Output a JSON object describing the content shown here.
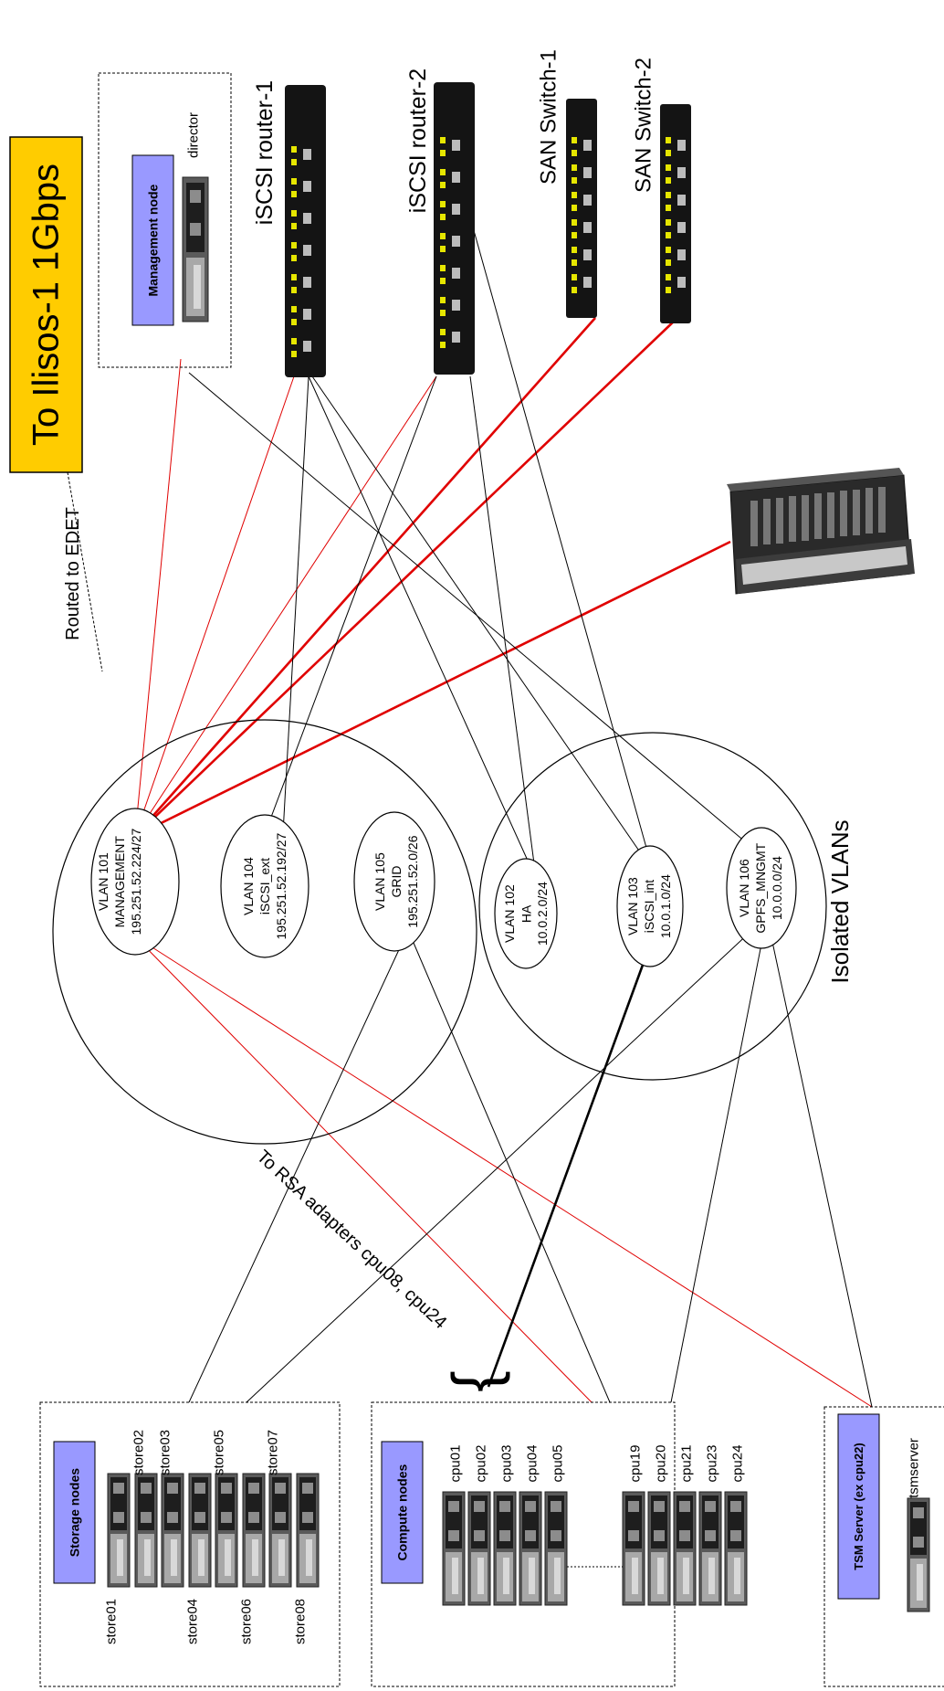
{
  "banner": {
    "label": "To Ilisos-1 1Gbps",
    "color": "#ffcc00"
  },
  "routed_label": "Routed to EDET",
  "management": {
    "badge": "Management node",
    "server": "director"
  },
  "devices": {
    "iscsi_router_1": "iSCSI router-1",
    "iscsi_router_2": "iSCSI router-2",
    "san_switch_1": "SAN Switch-1",
    "san_switch_2": "SAN Switch-2"
  },
  "vlans": [
    {
      "id": "VLAN 101",
      "name": "MANAGEMENT",
      "net": "195.251.52.224/27"
    },
    {
      "id": "VLAN 104",
      "name": "iSCSI_ext",
      "net": "195.251.52.192/27"
    },
    {
      "id": "VLAN 105",
      "name": "GRID",
      "net": "195.251.52.0/26"
    },
    {
      "id": "VLAN 102",
      "name": "HA",
      "net": "10.0.2.0/24"
    },
    {
      "id": "VLAN 103",
      "name": "iSCSI_int",
      "net": "10.0.1.0/24"
    },
    {
      "id": "VLAN 106",
      "name": "GPFS_MNGMT",
      "net": "10.0.0.0/24"
    }
  ],
  "isolated_label": "Isolated VLANs",
  "rsa_label": "To RSA adapters cpu08, cpu24",
  "brace": "{",
  "storage": {
    "badge": "Storage nodes",
    "nodes": [
      "store01",
      "store02",
      "store03",
      "store04",
      "store05",
      "store06",
      "store07",
      "store08"
    ]
  },
  "compute": {
    "badge": "Compute nodes",
    "nodes": [
      "cpu01",
      "cpu02",
      "cpu03",
      "cpu04",
      "cpu05",
      "cpu19",
      "cpu20",
      "cpu21",
      "cpu23",
      "cpu24"
    ]
  },
  "tsm": {
    "badge": "TSM Server (ex cpu22)",
    "server": "tsmserver"
  },
  "colors": {
    "badge": "#9999ff",
    "red_link": "#e00000"
  }
}
